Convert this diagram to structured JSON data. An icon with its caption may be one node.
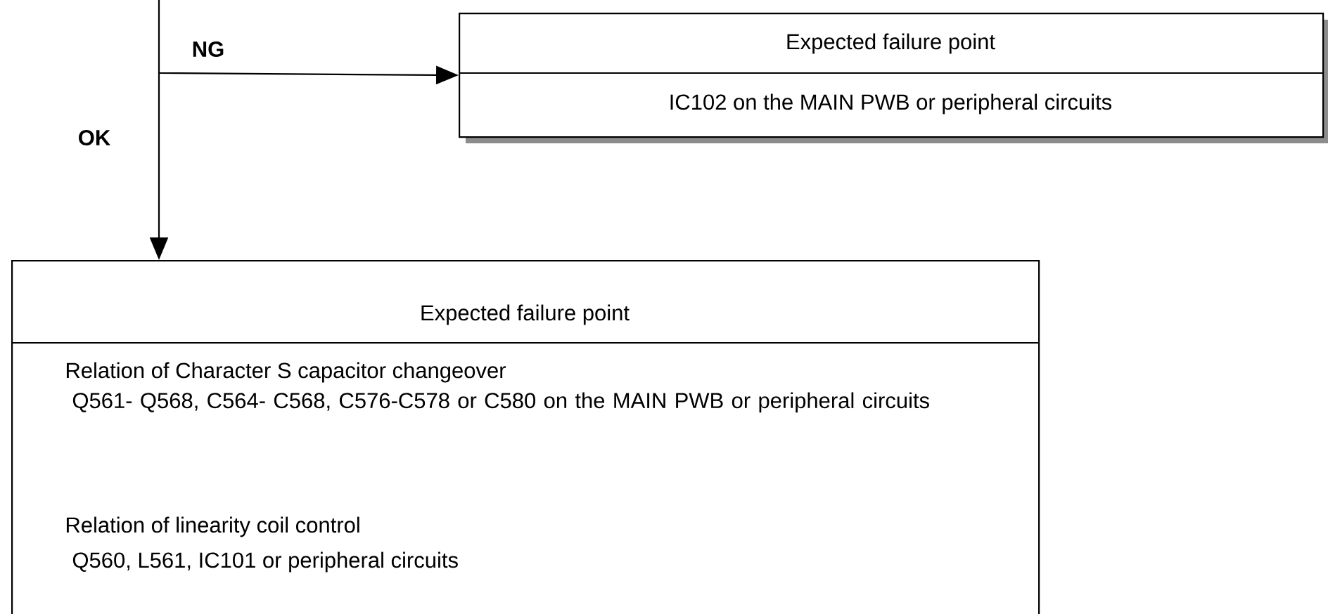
{
  "diagram": {
    "nodes": [
      {
        "text": [
          "Expected failure point",
          "IC102 on the MAIN PWB or peripheral circuits"
        ]
      },
      {
        "text": [
          "Expected failure point",
          "Relation of Character S capacitor changeover",
          "Q561- Q568, C564- C568, C576-C578 or C580 on the MAIN PWB or peripheral circuits",
          "Relation of linearity coil control",
          "Q560, L561, IC101 or peripheral circuits"
        ]
      }
    ],
    "edges": [
      {
        "from": null,
        "to": 0,
        "arrow": "to",
        "label": "NG"
      },
      {
        "from": null,
        "to": 1,
        "arrow": "to",
        "label": "OK"
      }
    ]
  }
}
